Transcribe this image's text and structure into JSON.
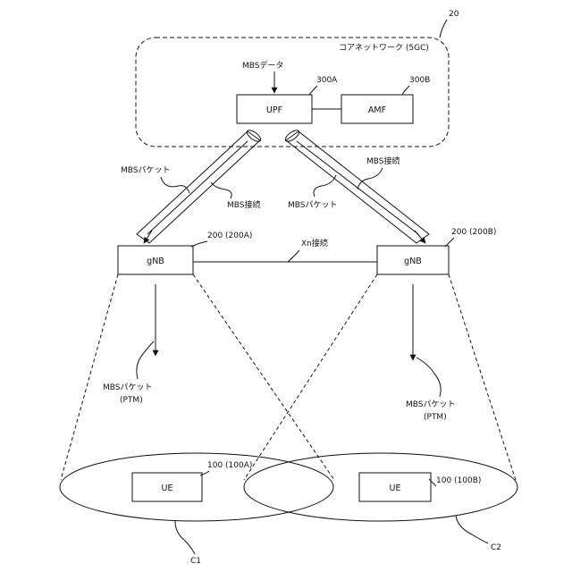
{
  "core": {
    "ref": "20",
    "label": "コアネットワーク (5GC)"
  },
  "upf": {
    "label": "UPF",
    "ref": "300A"
  },
  "amf": {
    "label": "AMF",
    "ref": "300B"
  },
  "mbs_data": "MBSデータ",
  "left_pipe": {
    "packet_label": "MBSパケット",
    "conn_label": "MBS接続"
  },
  "right_pipe": {
    "packet_label": "MBSパケット",
    "conn_label": "MBS接続"
  },
  "gnb_a": {
    "label": "gNB",
    "ref": "200 (200A)"
  },
  "gnb_b": {
    "label": "gNB",
    "ref": "200 (200B)"
  },
  "xn": "Xn接続",
  "ptm_a": {
    "line1": "MBSパケット",
    "line2": "(PTM)"
  },
  "ptm_b": {
    "line1": "MBSパケット",
    "line2": "(PTM)"
  },
  "ue_a": {
    "label": "UE",
    "ref": "100 (100A)"
  },
  "ue_b": {
    "label": "UE",
    "ref": "100 (100B)"
  },
  "cell_a": "C1",
  "cell_b": "C2"
}
